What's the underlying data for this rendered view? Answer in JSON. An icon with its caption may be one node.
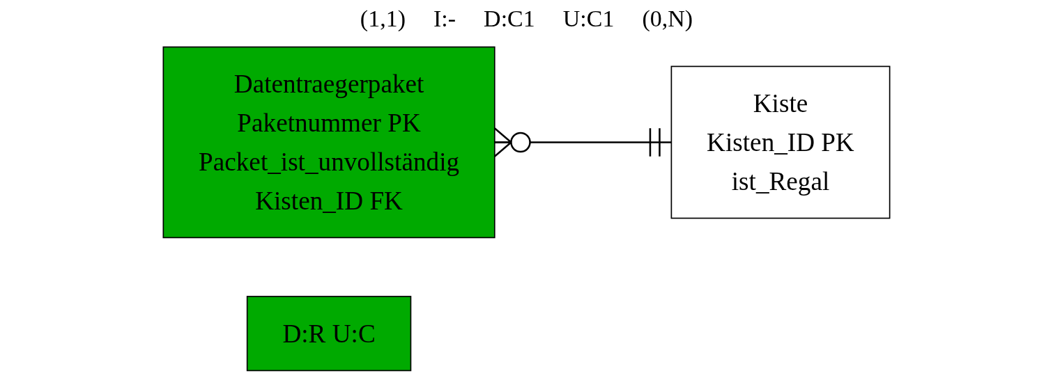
{
  "diagram": {
    "nodes": [
      {
        "text": [
          "Datentraegerpaket",
          "Paketnummer PK",
          "Packet_ist_unvollständig",
          "Kisten_ID FK"
        ]
      },
      {
        "text": [
          "Kiste",
          "Kisten_ID PK",
          "ist_Regal"
        ]
      },
      {
        "text": [
          "D:R U:C"
        ]
      }
    ],
    "edges": [
      {
        "from": 0,
        "to": 1,
        "arrow": "other"
      }
    ],
    "labels": [
      "(1,1)",
      "I:-",
      "D:C1",
      "U:C1",
      "(0,N)"
    ]
  }
}
